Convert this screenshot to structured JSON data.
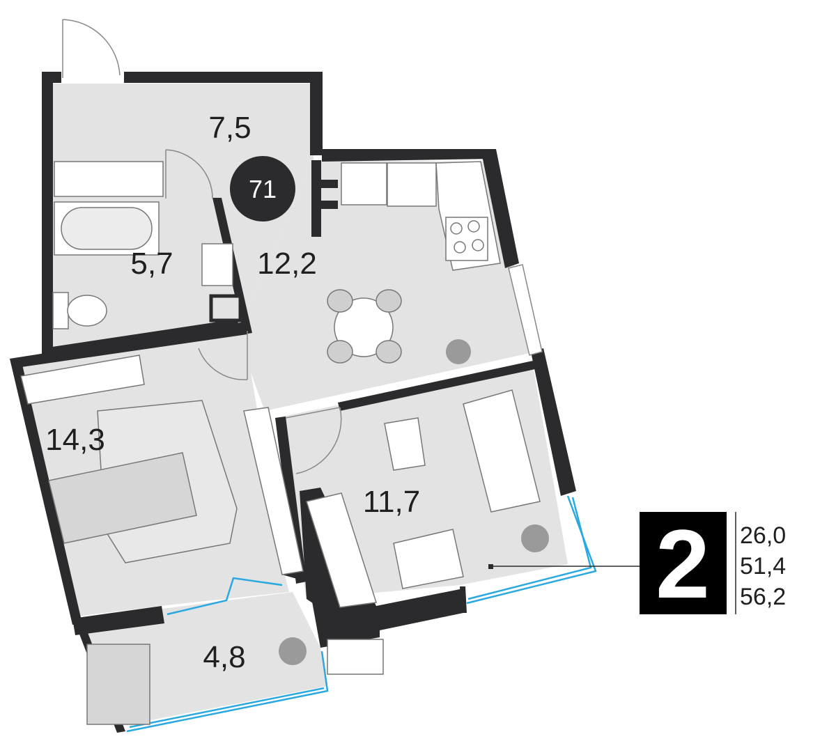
{
  "apartment": {
    "unit_number": "71",
    "rooms": "2"
  },
  "room_areas": {
    "hallway": "7,5",
    "bathroom": "5,7",
    "kitchen": "12,2",
    "bedroom": "14,3",
    "living_room": "11,7",
    "balcony": "4,8"
  },
  "totals": {
    "living_area": "26,0",
    "total_area": "51,4",
    "total_with_balcony": "56,2"
  },
  "colors": {
    "wall": "#2b2b2d",
    "floor": "#e3e3e3",
    "furniture": "#d0d0d0",
    "glazing": "#2aa8e0",
    "background": "#ffffff"
  }
}
